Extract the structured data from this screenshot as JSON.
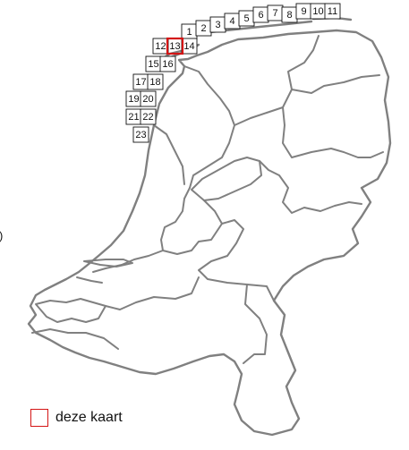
{
  "legend": {
    "label": "deze kaart",
    "swatch_color": "#d41414"
  },
  "map": {
    "outline_color": "#808080",
    "current_tile": "13",
    "tiles": [
      "1",
      "2",
      "3",
      "4",
      "5",
      "6",
      "7",
      "8",
      "9",
      "10",
      "11",
      "12",
      "13",
      "14",
      "15",
      "16",
      "17",
      "18",
      "19",
      "20",
      "21",
      "22",
      "23"
    ],
    "edge_mark": ")"
  }
}
